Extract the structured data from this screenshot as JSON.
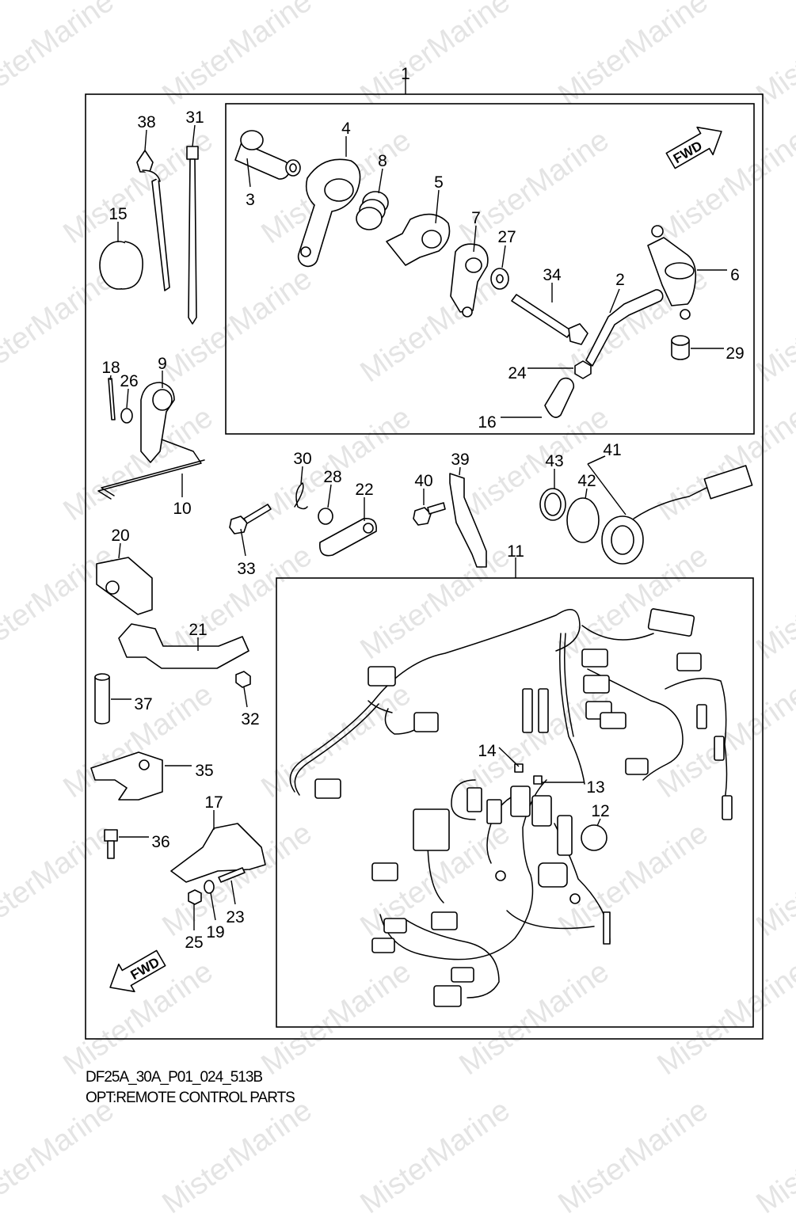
{
  "watermark": "MisterMarine",
  "diagram": {
    "code": "DF25A_30A_P01_024_513B",
    "caption": "OPT:REMOTE CONTROL PARTS",
    "fwd_label": "FWD",
    "parts": [
      {
        "id": "1",
        "label": "1"
      },
      {
        "id": "2",
        "label": "2"
      },
      {
        "id": "3",
        "label": "3"
      },
      {
        "id": "4",
        "label": "4"
      },
      {
        "id": "5",
        "label": "5"
      },
      {
        "id": "6",
        "label": "6"
      },
      {
        "id": "7",
        "label": "7"
      },
      {
        "id": "8",
        "label": "8"
      },
      {
        "id": "9",
        "label": "9"
      },
      {
        "id": "10",
        "label": "10"
      },
      {
        "id": "11",
        "label": "11"
      },
      {
        "id": "12",
        "label": "12"
      },
      {
        "id": "13",
        "label": "13"
      },
      {
        "id": "14",
        "label": "14"
      },
      {
        "id": "15",
        "label": "15"
      },
      {
        "id": "16",
        "label": "16"
      },
      {
        "id": "17",
        "label": "17"
      },
      {
        "id": "18",
        "label": "18"
      },
      {
        "id": "19",
        "label": "19"
      },
      {
        "id": "20",
        "label": "20"
      },
      {
        "id": "21",
        "label": "21"
      },
      {
        "id": "22",
        "label": "22"
      },
      {
        "id": "23",
        "label": "23"
      },
      {
        "id": "24",
        "label": "24"
      },
      {
        "id": "25",
        "label": "25"
      },
      {
        "id": "26",
        "label": "26"
      },
      {
        "id": "27",
        "label": "27"
      },
      {
        "id": "28",
        "label": "28"
      },
      {
        "id": "29",
        "label": "29"
      },
      {
        "id": "30",
        "label": "30"
      },
      {
        "id": "31",
        "label": "31"
      },
      {
        "id": "32",
        "label": "32"
      },
      {
        "id": "33",
        "label": "33"
      },
      {
        "id": "34",
        "label": "34"
      },
      {
        "id": "35",
        "label": "35"
      },
      {
        "id": "36",
        "label": "36"
      },
      {
        "id": "37",
        "label": "37"
      },
      {
        "id": "38",
        "label": "38"
      },
      {
        "id": "39",
        "label": "39"
      },
      {
        "id": "40",
        "label": "40"
      },
      {
        "id": "41",
        "label": "41"
      },
      {
        "id": "42",
        "label": "42"
      },
      {
        "id": "43",
        "label": "43"
      }
    ]
  }
}
